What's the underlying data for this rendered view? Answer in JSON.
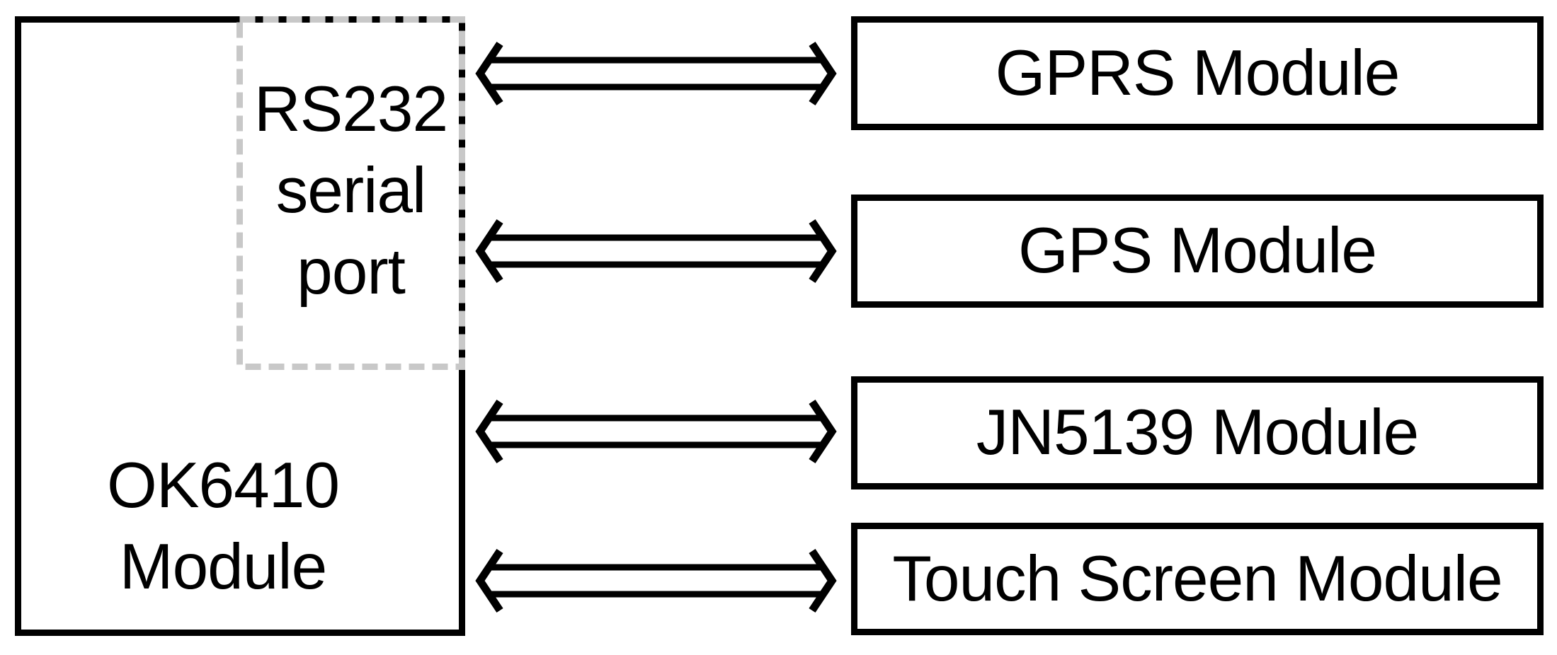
{
  "diagram": {
    "ok6410_module": {
      "line1": "OK6410",
      "line2": "Module"
    },
    "rs232_serial_port": {
      "line1": "RS232",
      "line2": "serial",
      "line3": "port"
    },
    "peripheral_modules": [
      {
        "label": "GPRS Module"
      },
      {
        "label": "GPS Module"
      },
      {
        "label": "JN5139 Module"
      },
      {
        "label": "Touch Screen Module"
      }
    ],
    "colors": {
      "line": "#000000",
      "dash": "#c8c8c8",
      "background": "#ffffff"
    }
  }
}
